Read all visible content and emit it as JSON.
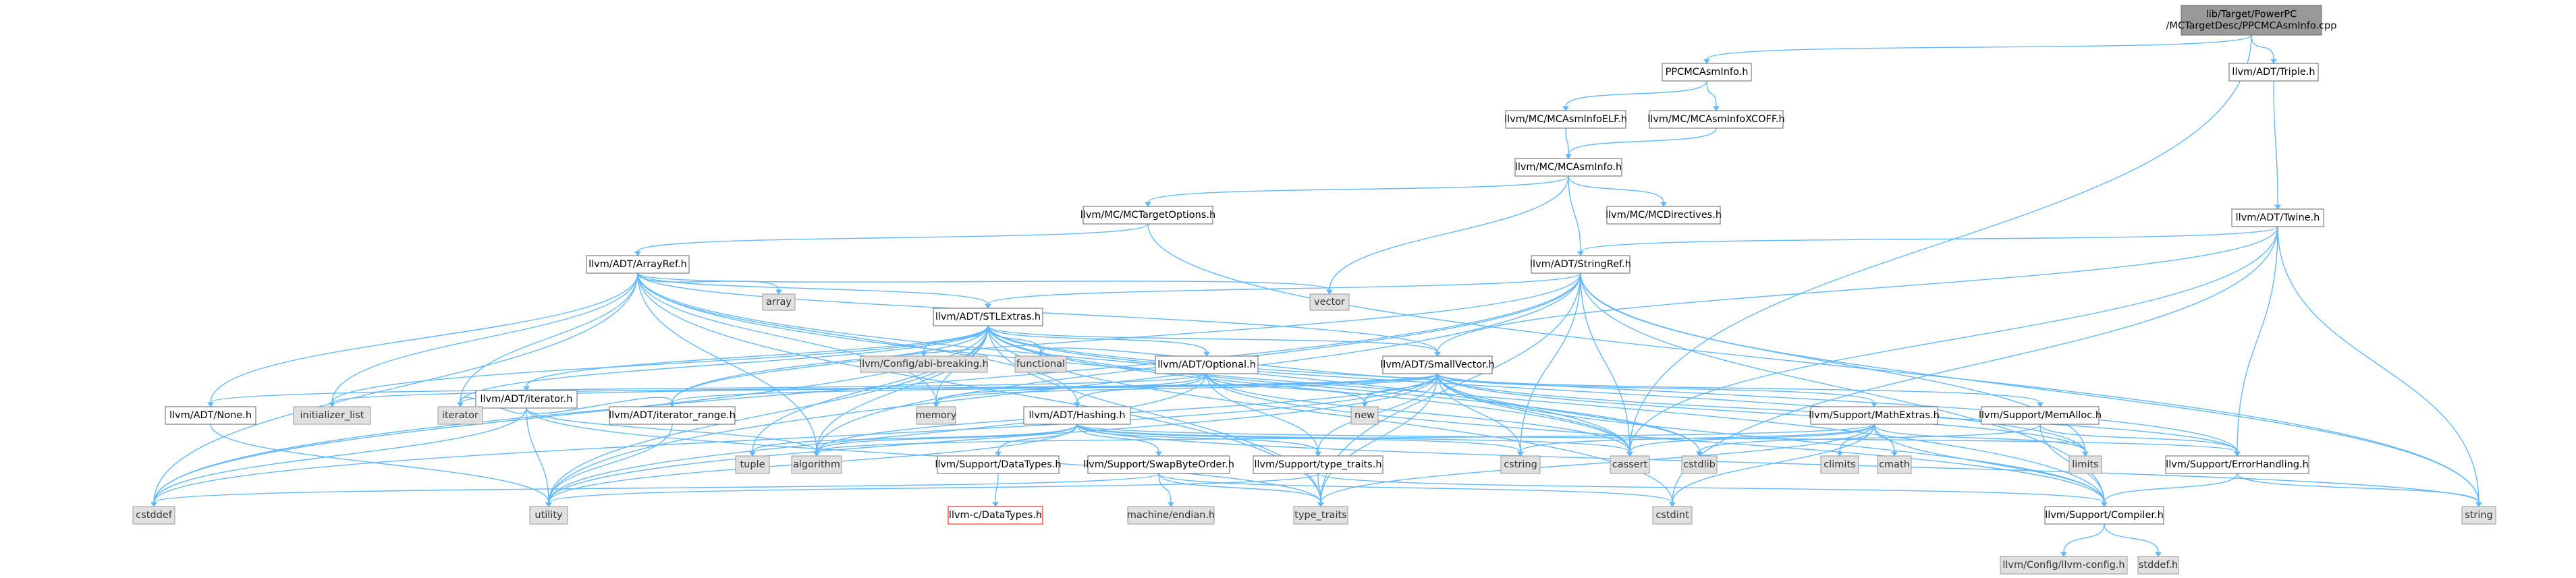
{
  "graph": {
    "title": "",
    "colors": {
      "root_fill": "#999999",
      "node_border": "#666666",
      "system_fill": "#e0e0e0",
      "missing_border": "#ff0000",
      "edge": "#63b8ff"
    },
    "nodes": [
      {
        "id": "root",
        "label": "lib/Target/PowerPC\n/MCTargetDesc/PPCMCAsmInfo.cpp",
        "kind": "root"
      },
      {
        "id": "ppcmcasminfo_h",
        "label": "PPCMCAsmInfo.h",
        "kind": "normal"
      },
      {
        "id": "triple_h",
        "label": "llvm/ADT/Triple.h",
        "kind": "normal"
      },
      {
        "id": "mcasminfoelf_h",
        "label": "llvm/MC/MCAsmInfoELF.h",
        "kind": "normal"
      },
      {
        "id": "mcasminfoxcoff_h",
        "label": "llvm/MC/MCAsmInfoXCOFF.h",
        "kind": "normal"
      },
      {
        "id": "mcasminfo_h",
        "label": "llvm/MC/MCAsmInfo.h",
        "kind": "normal"
      },
      {
        "id": "mctargetoptions_h",
        "label": "llvm/MC/MCTargetOptions.h",
        "kind": "normal"
      },
      {
        "id": "mcdirectives_h",
        "label": "llvm/MC/MCDirectives.h",
        "kind": "normal"
      },
      {
        "id": "twine_h",
        "label": "llvm/ADT/Twine.h",
        "kind": "normal"
      },
      {
        "id": "arrayref_h",
        "label": "llvm/ADT/ArrayRef.h",
        "kind": "normal"
      },
      {
        "id": "stringref_h",
        "label": "llvm/ADT/StringRef.h",
        "kind": "normal"
      },
      {
        "id": "array",
        "label": "array",
        "kind": "system"
      },
      {
        "id": "vector",
        "label": "vector",
        "kind": "system"
      },
      {
        "id": "stlextras_h",
        "label": "llvm/ADT/STLExtras.h",
        "kind": "normal"
      },
      {
        "id": "abibreaking_h",
        "label": "llvm/Config/abi-breaking.h",
        "kind": "system"
      },
      {
        "id": "functional",
        "label": "functional",
        "kind": "system"
      },
      {
        "id": "optional_h",
        "label": "llvm/ADT/Optional.h",
        "kind": "normal"
      },
      {
        "id": "smallvector_h",
        "label": "llvm/ADT/SmallVector.h",
        "kind": "normal"
      },
      {
        "id": "iterator_h",
        "label": "llvm/ADT/iterator.h",
        "kind": "normal"
      },
      {
        "id": "none_h",
        "label": "llvm/ADT/None.h",
        "kind": "normal"
      },
      {
        "id": "initializer_list",
        "label": "initializer_list",
        "kind": "system"
      },
      {
        "id": "iterator",
        "label": "iterator",
        "kind": "system"
      },
      {
        "id": "iterator_range_h",
        "label": "llvm/ADT/iterator_range.h",
        "kind": "normal"
      },
      {
        "id": "memory",
        "label": "memory",
        "kind": "system"
      },
      {
        "id": "hashing_h",
        "label": "llvm/ADT/Hashing.h",
        "kind": "normal"
      },
      {
        "id": "new",
        "label": "new",
        "kind": "system"
      },
      {
        "id": "mathextras_h",
        "label": "llvm/Support/MathExtras.h",
        "kind": "normal"
      },
      {
        "id": "memalloc_h",
        "label": "llvm/Support/MemAlloc.h",
        "kind": "normal"
      },
      {
        "id": "tuple",
        "label": "tuple",
        "kind": "system"
      },
      {
        "id": "algorithm",
        "label": "algorithm",
        "kind": "system"
      },
      {
        "id": "datatypes_h",
        "label": "llvm/Support/DataTypes.h",
        "kind": "normal"
      },
      {
        "id": "swapbyteorder_h",
        "label": "llvm/Support/SwapByteOrder.h",
        "kind": "normal"
      },
      {
        "id": "type_traits_h",
        "label": "llvm/Support/type_traits.h",
        "kind": "normal"
      },
      {
        "id": "cstring",
        "label": "cstring",
        "kind": "system"
      },
      {
        "id": "cassert",
        "label": "cassert",
        "kind": "system"
      },
      {
        "id": "cstdlib",
        "label": "cstdlib",
        "kind": "system"
      },
      {
        "id": "climits",
        "label": "climits",
        "kind": "system"
      },
      {
        "id": "cmath",
        "label": "cmath",
        "kind": "system"
      },
      {
        "id": "errorhandling_h",
        "label": "llvm/Support/ErrorHandling.h",
        "kind": "normal"
      },
      {
        "id": "limits",
        "label": "limits",
        "kind": "system"
      },
      {
        "id": "cstddef",
        "label": "cstddef",
        "kind": "system"
      },
      {
        "id": "utility",
        "label": "utility",
        "kind": "system"
      },
      {
        "id": "c_datatypes_h",
        "label": "llvm-c/DataTypes.h",
        "kind": "missing"
      },
      {
        "id": "endian_h",
        "label": "machine/endian.h",
        "kind": "system"
      },
      {
        "id": "type_traits",
        "label": "type_traits",
        "kind": "system"
      },
      {
        "id": "cstdint",
        "label": "cstdint",
        "kind": "system"
      },
      {
        "id": "compiler_h",
        "label": "llvm/Support/Compiler.h",
        "kind": "normal"
      },
      {
        "id": "string",
        "label": "string",
        "kind": "system"
      },
      {
        "id": "llvm_config_h",
        "label": "llvm/Config/llvm-config.h",
        "kind": "system"
      },
      {
        "id": "stddef_h",
        "label": "stddef.h",
        "kind": "system"
      }
    ],
    "edges": [
      [
        "root",
        "ppcmcasminfo_h"
      ],
      [
        "root",
        "triple_h"
      ],
      [
        "root",
        "cassert"
      ],
      [
        "ppcmcasminfo_h",
        "mcasminfoelf_h"
      ],
      [
        "ppcmcasminfo_h",
        "mcasminfoxcoff_h"
      ],
      [
        "mcasminfoelf_h",
        "mcasminfo_h"
      ],
      [
        "mcasminfoxcoff_h",
        "mcasminfo_h"
      ],
      [
        "mcasminfo_h",
        "mctargetoptions_h"
      ],
      [
        "mcasminfo_h",
        "mcdirectives_h"
      ],
      [
        "mcasminfo_h",
        "stringref_h"
      ],
      [
        "mcasminfo_h",
        "vector"
      ],
      [
        "mctargetoptions_h",
        "arrayref_h"
      ],
      [
        "mctargetoptions_h",
        "string"
      ],
      [
        "triple_h",
        "twine_h"
      ],
      [
        "twine_h",
        "smallvector_h"
      ],
      [
        "twine_h",
        "stringref_h"
      ],
      [
        "twine_h",
        "errorhandling_h"
      ],
      [
        "twine_h",
        "cassert"
      ],
      [
        "twine_h",
        "cstdint"
      ],
      [
        "twine_h",
        "string"
      ],
      [
        "arrayref_h",
        "hashing_h"
      ],
      [
        "arrayref_h",
        "none_h"
      ],
      [
        "arrayref_h",
        "smallvector_h"
      ],
      [
        "arrayref_h",
        "stlextras_h"
      ],
      [
        "arrayref_h",
        "compiler_h"
      ],
      [
        "arrayref_h",
        "algorithm"
      ],
      [
        "arrayref_h",
        "array"
      ],
      [
        "arrayref_h",
        "cassert"
      ],
      [
        "arrayref_h",
        "cstddef"
      ],
      [
        "arrayref_h",
        "initializer_list"
      ],
      [
        "arrayref_h",
        "iterator"
      ],
      [
        "arrayref_h",
        "memory"
      ],
      [
        "arrayref_h",
        "type_traits"
      ],
      [
        "arrayref_h",
        "vector"
      ],
      [
        "stringref_h",
        "stlextras_h"
      ],
      [
        "stringref_h",
        "iterator_range_h"
      ],
      [
        "stringref_h",
        "compiler_h"
      ],
      [
        "stringref_h",
        "algorithm"
      ],
      [
        "stringref_h",
        "cassert"
      ],
      [
        "stringref_h",
        "cstddef"
      ],
      [
        "stringref_h",
        "cstring"
      ],
      [
        "stringref_h",
        "limits"
      ],
      [
        "stringref_h",
        "string"
      ],
      [
        "stringref_h",
        "type_traits"
      ],
      [
        "stringref_h",
        "utility"
      ],
      [
        "stlextras_h",
        "optional_h"
      ],
      [
        "stlextras_h",
        "abibreaking_h"
      ],
      [
        "stlextras_h",
        "functional"
      ],
      [
        "stlextras_h",
        "smallvector_h"
      ],
      [
        "stlextras_h",
        "iterator_h"
      ],
      [
        "stlextras_h",
        "iterator_range_h"
      ],
      [
        "stlextras_h",
        "errorhandling_h"
      ],
      [
        "stlextras_h",
        "algorithm"
      ],
      [
        "stlextras_h",
        "cassert"
      ],
      [
        "stlextras_h",
        "cstddef"
      ],
      [
        "stlextras_h",
        "cstdint"
      ],
      [
        "stlextras_h",
        "cstdlib"
      ],
      [
        "stlextras_h",
        "initializer_list"
      ],
      [
        "stlextras_h",
        "iterator"
      ],
      [
        "stlextras_h",
        "limits"
      ],
      [
        "stlextras_h",
        "memory"
      ],
      [
        "stlextras_h",
        "tuple"
      ],
      [
        "stlextras_h",
        "type_traits"
      ],
      [
        "stlextras_h",
        "utility"
      ],
      [
        "optional_h",
        "hashing_h"
      ],
      [
        "optional_h",
        "none_h"
      ],
      [
        "optional_h",
        "compiler_h"
      ],
      [
        "optional_h",
        "type_traits_h"
      ],
      [
        "optional_h",
        "cassert"
      ],
      [
        "optional_h",
        "memory"
      ],
      [
        "optional_h",
        "new"
      ],
      [
        "optional_h",
        "utility"
      ],
      [
        "smallvector_h",
        "iterator_range_h"
      ],
      [
        "smallvector_h",
        "compiler_h"
      ],
      [
        "smallvector_h",
        "errorhandling_h"
      ],
      [
        "smallvector_h",
        "mathextras_h"
      ],
      [
        "smallvector_h",
        "memalloc_h"
      ],
      [
        "smallvector_h",
        "type_traits_h"
      ],
      [
        "smallvector_h",
        "algorithm"
      ],
      [
        "smallvector_h",
        "cassert"
      ],
      [
        "smallvector_h",
        "cstddef"
      ],
      [
        "smallvector_h",
        "cstdlib"
      ],
      [
        "smallvector_h",
        "cstring"
      ],
      [
        "smallvector_h",
        "functional"
      ],
      [
        "smallvector_h",
        "initializer_list"
      ],
      [
        "smallvector_h",
        "iterator"
      ],
      [
        "smallvector_h",
        "limits"
      ],
      [
        "smallvector_h",
        "memory"
      ],
      [
        "smallvector_h",
        "new"
      ],
      [
        "smallvector_h",
        "type_traits"
      ],
      [
        "smallvector_h",
        "utility"
      ],
      [
        "iterator_h",
        "iterator_range_h"
      ],
      [
        "iterator_h",
        "algorithm"
      ],
      [
        "iterator_h",
        "cstddef"
      ],
      [
        "iterator_h",
        "iterator"
      ],
      [
        "iterator_h",
        "type_traits"
      ],
      [
        "iterator_h",
        "utility"
      ],
      [
        "iterator_range_h",
        "utility"
      ],
      [
        "hashing_h",
        "errorhandling_h"
      ],
      [
        "hashing_h",
        "datatypes_h"
      ],
      [
        "hashing_h",
        "swapbyteorder_h"
      ],
      [
        "hashing_h",
        "type_traits_h"
      ],
      [
        "hashing_h",
        "algorithm"
      ],
      [
        "hashing_h",
        "cassert"
      ],
      [
        "hashing_h",
        "cstring"
      ],
      [
        "hashing_h",
        "string"
      ],
      [
        "hashing_h",
        "tuple"
      ],
      [
        "hashing_h",
        "utility"
      ],
      [
        "mathextras_h",
        "compiler_h"
      ],
      [
        "mathextras_h",
        "algorithm"
      ],
      [
        "mathextras_h",
        "cassert"
      ],
      [
        "mathextras_h",
        "climits"
      ],
      [
        "mathextras_h",
        "cmath"
      ],
      [
        "mathextras_h",
        "cstdint"
      ],
      [
        "mathextras_h",
        "cstring"
      ],
      [
        "mathextras_h",
        "limits"
      ],
      [
        "mathextras_h",
        "type_traits"
      ],
      [
        "memalloc_h",
        "compiler_h"
      ],
      [
        "memalloc_h",
        "errorhandling_h"
      ],
      [
        "memalloc_h",
        "cstdlib"
      ],
      [
        "datatypes_h",
        "c_datatypes_h"
      ],
      [
        "swapbyteorder_h",
        "cstddef"
      ],
      [
        "swapbyteorder_h",
        "cstdint"
      ],
      [
        "swapbyteorder_h",
        "type_traits"
      ],
      [
        "swapbyteorder_h",
        "endian_h"
      ],
      [
        "type_traits_h",
        "compiler_h"
      ],
      [
        "type_traits_h",
        "type_traits"
      ],
      [
        "type_traits_h",
        "utility"
      ],
      [
        "errorhandling_h",
        "compiler_h"
      ],
      [
        "errorhandling_h",
        "string"
      ],
      [
        "compiler_h",
        "llvm_config_h"
      ],
      [
        "compiler_h",
        "stddef_h"
      ],
      [
        "none_h",
        "utility"
      ]
    ]
  }
}
